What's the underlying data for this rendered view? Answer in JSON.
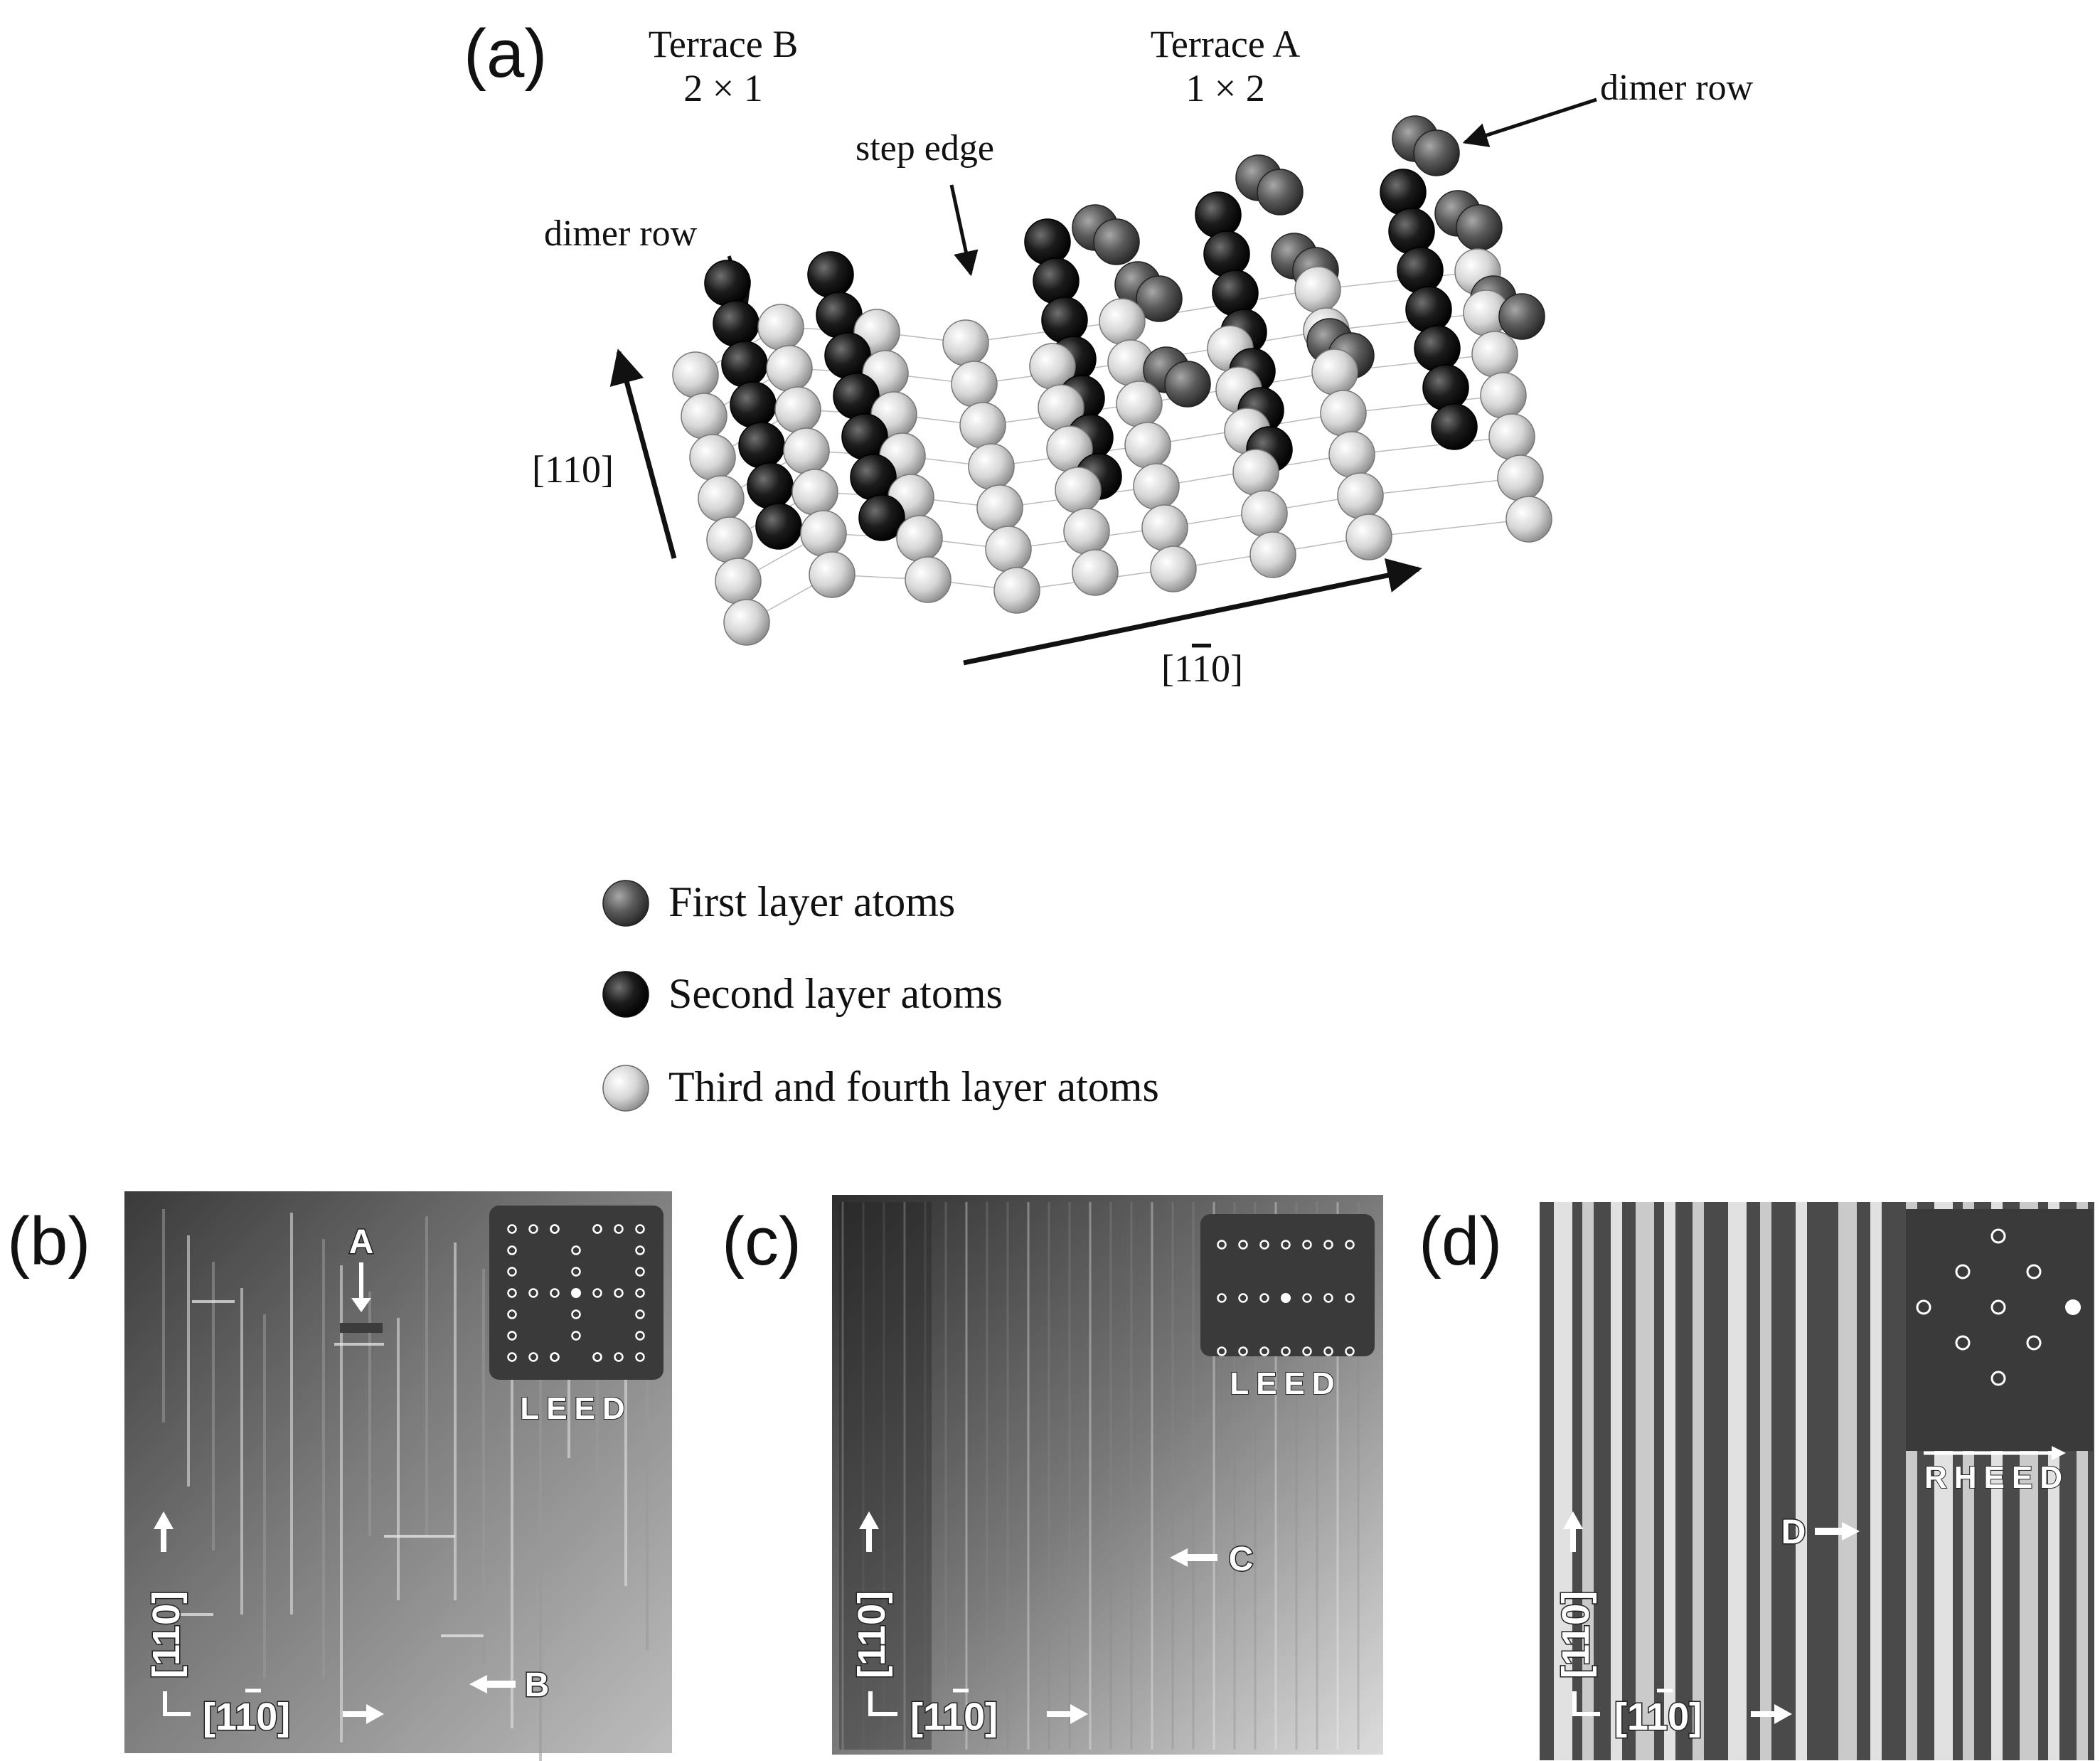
{
  "panel_a": {
    "label": "(a)",
    "terrace_b": {
      "title": "Terrace B",
      "reconstruction": "2 × 1"
    },
    "terrace_a": {
      "title": "Terrace A",
      "reconstruction": "1 × 2"
    },
    "annotations": {
      "dimer_row_left": "dimer row",
      "dimer_row_right": "dimer row",
      "step_edge": "step edge"
    },
    "axes": {
      "vertical": "[110]",
      "horizontal_prefix": "[1",
      "horizontal_bar_digit": "1",
      "horizontal_suffix": "0]"
    },
    "legend": [
      {
        "label": "First layer atoms",
        "color": "#5a5a5a"
      },
      {
        "label": "Second layer atoms",
        "color": "#1c1c1c"
      },
      {
        "label": "Third and fourth layer atoms",
        "color": "#d8d8d8"
      }
    ]
  },
  "panel_b": {
    "label": "(b)",
    "inset_title": "LEED",
    "markers": {
      "a": "A",
      "b": "B"
    },
    "axis_vertical": "[110]",
    "axis_horizontal": "[110]"
  },
  "panel_c": {
    "label": "(c)",
    "inset_title": "LEED",
    "markers": {
      "c": "C"
    },
    "axis_vertical": "[110]",
    "axis_horizontal": "[110]"
  },
  "panel_d": {
    "label": "(d)",
    "inset_title": "RHEED",
    "markers": {
      "d": "D"
    },
    "axis_vertical": "[110]",
    "axis_horizontal": "[110]"
  },
  "colors": {
    "first_layer": "#5a5a5a",
    "second_layer": "#1c1c1c",
    "third_layer": "#d8d8d8"
  }
}
